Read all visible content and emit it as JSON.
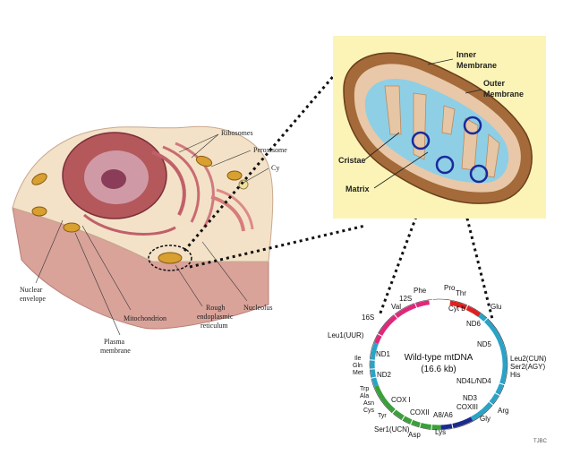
{
  "cell": {
    "labels": {
      "ribosomes": "Ribosomes",
      "peroxisome": "Peroxisome",
      "cy": "Cy",
      "nuclear_envelope_1": "Nuclear",
      "nuclear_envelope_2": "envelope",
      "mitochondrion": "Mitochondrion",
      "rough_er_1": "Rough",
      "rough_er_2": "endoplasmic",
      "rough_er_3": "reticulum",
      "nucleolus": "Nucleolus",
      "plasma_1": "Plasma",
      "plasma_2": "membrane"
    }
  },
  "mito": {
    "labels": {
      "inner_1": "Inner",
      "inner_2": "Membrane",
      "outer_1": "Outer",
      "outer_2": "Membrane",
      "cristae": "Cristae",
      "matrix": "Matrix"
    }
  },
  "mtdna": {
    "title": "Wild-type mtDNA",
    "size": "(16.6 kb)",
    "genes": {
      "phe": "Phe",
      "pro": "Pro",
      "thr": "Thr",
      "val": "Val",
      "s12": "12S",
      "s16": "16S",
      "glu": "Glu",
      "cytb": "Cyt b",
      "nd6": "ND6",
      "leu1": "Leu1(UUR)",
      "nd5": "ND5",
      "nd1": "ND1",
      "ile": "Ile",
      "gln": "Gln",
      "met": "Met",
      "nd2": "ND2",
      "leu2": "Leu2(CUN)",
      "ser2": "Ser2(AGY)",
      "his": "His",
      "nd4l": "ND4L/ND4",
      "trp": "Trp",
      "ala": "Ala",
      "asn": "Asn",
      "cys": "Cys",
      "tyr": "Tyr",
      "cox1": "COX I",
      "nd3": "ND3",
      "cox3": "COXIII",
      "arg": "Arg",
      "cox2": "COXII",
      "a8a6": "A8/A6",
      "gly": "Gly",
      "ser1": "Ser1(UCN)",
      "asp": "Asp",
      "lys": "Lys"
    }
  },
  "corner_mark": "TJBC",
  "colors": {
    "ring_teal": "#2aa3c8",
    "ring_pink": "#e0287a",
    "ring_red": "#e02020",
    "ring_green": "#3aa03a",
    "ring_navy": "#1c2a8c",
    "panel_bg": "#fbf4b6",
    "circle_marker": "#1a2a9a"
  }
}
